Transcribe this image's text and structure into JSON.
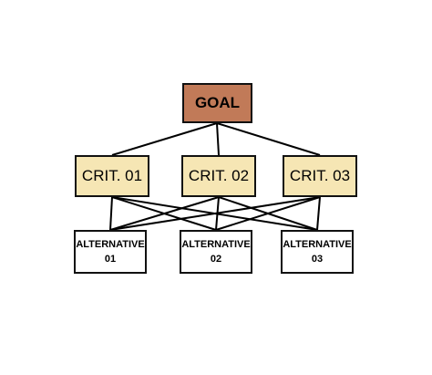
{
  "colors": {
    "goal_fill": "#c17a58",
    "criterion_fill": "#f6e6b4",
    "alternative_fill": "#ffffff",
    "border": "#111111",
    "connector": "#000000"
  },
  "goal": {
    "label": "GOAL"
  },
  "criteria": [
    {
      "label": "CRIT. 01"
    },
    {
      "label": "CRIT. 02"
    },
    {
      "label": "CRIT. 03"
    }
  ],
  "alternatives": [
    {
      "line1": "ALTERNATIVE",
      "line2": "01"
    },
    {
      "line1": "ALTERNATIVE",
      "line2": "02"
    },
    {
      "line1": "ALTERNATIVE",
      "line2": "03"
    }
  ]
}
